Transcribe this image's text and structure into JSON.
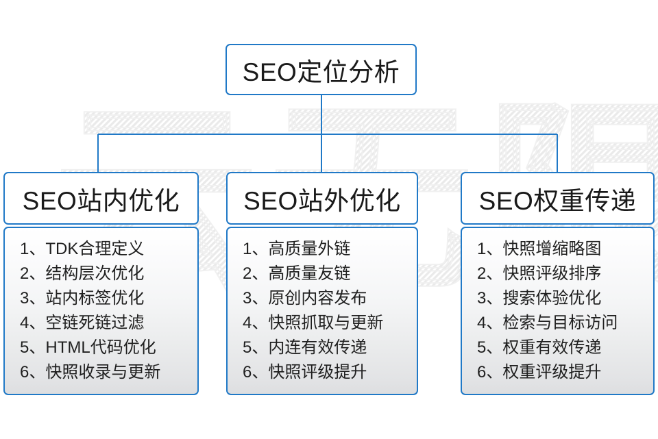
{
  "diagram": {
    "root": {
      "label": "SEO定位分析"
    },
    "columns": [
      {
        "id": "seo-onsite",
        "header": "SEO站内优化",
        "items": [
          {
            "num": "1、",
            "text": "TDK合理定义"
          },
          {
            "num": "2、",
            "text": "结构层次优化"
          },
          {
            "num": "3、",
            "text": "站内标签优化"
          },
          {
            "num": "4、",
            "text": "空链死链过滤"
          },
          {
            "num": "5、",
            "text": "HTML代码优化"
          },
          {
            "num": "6、",
            "text": "快照收录与更新"
          }
        ]
      },
      {
        "id": "seo-offsite",
        "header": "SEO站外优化",
        "items": [
          {
            "num": "1、",
            "text": "高质量外链"
          },
          {
            "num": "2、",
            "text": "高质量友链"
          },
          {
            "num": "3、",
            "text": "原创内容发布"
          },
          {
            "num": "4、",
            "text": "快照抓取与更新"
          },
          {
            "num": "5、",
            "text": "内连有效传递"
          },
          {
            "num": "6、",
            "text": "快照评级提升"
          }
        ]
      },
      {
        "id": "seo-weight",
        "header": "SEO权重传递",
        "items": [
          {
            "num": "1、",
            "text": "快照增缩略图"
          },
          {
            "num": "2、",
            "text": "快照评级排序"
          },
          {
            "num": "3、",
            "text": "搜索体验优化"
          },
          {
            "num": "4、",
            "text": "检索与目标访问"
          },
          {
            "num": "5、",
            "text": "权重有效传递"
          },
          {
            "num": "6、",
            "text": "权重评级提升"
          }
        ]
      }
    ],
    "watermark": {
      "text": "云无限",
      "color": "#eeeeee"
    },
    "colors": {
      "border": "#2079c7",
      "connector": "#2079c7",
      "text": "#1a1a1a",
      "panel_top": "#ffffff",
      "panel_bottom": "#dddee0",
      "background": "#ffffff"
    }
  }
}
